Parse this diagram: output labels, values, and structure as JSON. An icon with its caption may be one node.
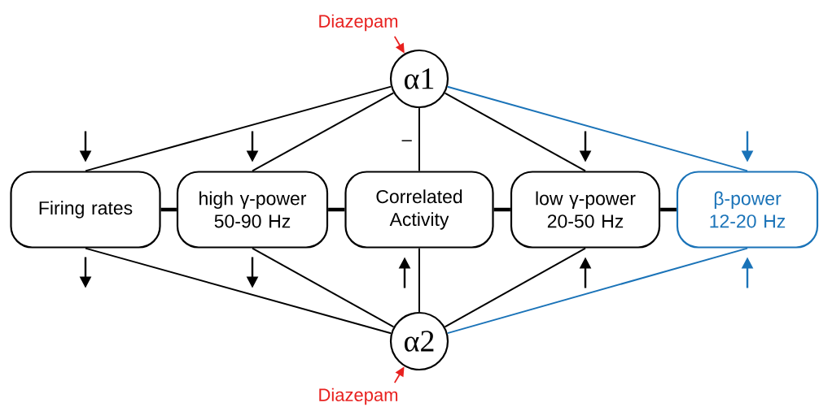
{
  "diagram": {
    "nodes": [
      {
        "text": [
          "Diazepam"
        ]
      },
      {
        "text": [
          "α1"
        ]
      },
      {
        "text": [
          "Firing rates"
        ]
      },
      {
        "text": [
          "high γ-power 50-90 Hz"
        ]
      },
      {
        "text": [
          "Correlated Activity"
        ]
      },
      {
        "text": [
          "low γ-power 20-50 Hz"
        ]
      },
      {
        "text": [
          "β-power 12-20 Hz"
        ]
      },
      {
        "text": [
          "α2"
        ]
      },
      {
        "text": [
          "Diazepam"
        ]
      }
    ],
    "edges": [
      {
        "from": 0,
        "to": 1,
        "arrow": "to",
        "color": "#e8211f"
      },
      {
        "from": 1,
        "to": 2,
        "arrow": "none"
      },
      {
        "from": 1,
        "to": 3,
        "arrow": "none"
      },
      {
        "from": 1,
        "to": 4,
        "arrow": "none",
        "label": "–"
      },
      {
        "from": 1,
        "to": 5,
        "arrow": "none"
      },
      {
        "from": 1,
        "to": 6,
        "arrow": "none",
        "color": "#1a73b8"
      },
      {
        "from": 7,
        "to": 2,
        "arrow": "none"
      },
      {
        "from": 7,
        "to": 3,
        "arrow": "none"
      },
      {
        "from": 7,
        "to": 4,
        "arrow": "none"
      },
      {
        "from": 7,
        "to": 5,
        "arrow": "none"
      },
      {
        "from": 7,
        "to": 6,
        "arrow": "none",
        "color": "#1a73b8"
      },
      {
        "from": 8,
        "to": 7,
        "arrow": "to",
        "color": "#e8211f"
      },
      {
        "from": 2,
        "to": 3,
        "arrow": "none",
        "style": "thick"
      },
      {
        "from": 3,
        "to": 4,
        "arrow": "none",
        "style": "thick"
      },
      {
        "from": 4,
        "to": 5,
        "arrow": "none",
        "style": "thick"
      },
      {
        "from": 5,
        "to": 6,
        "arrow": "none",
        "style": "thick"
      }
    ]
  }
}
